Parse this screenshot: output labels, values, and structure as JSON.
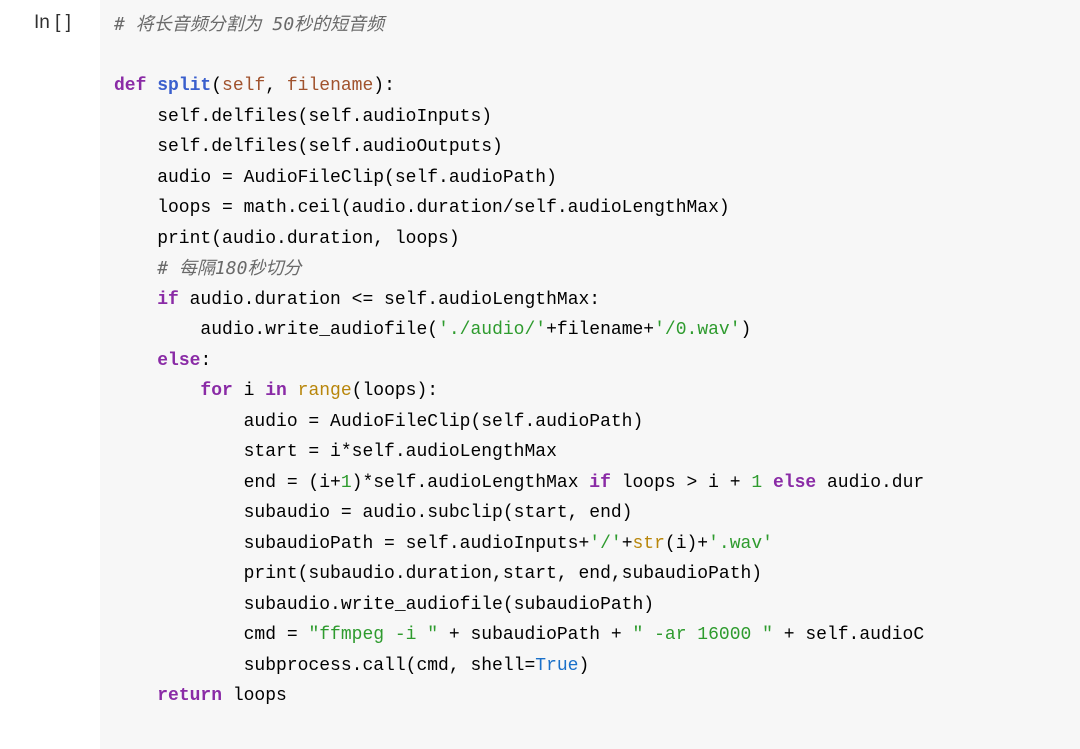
{
  "prompt": "In [ ]",
  "code_lines": [
    [
      {
        "t": "# 将长音频分割为 50秒的短音频",
        "c": "comment"
      }
    ],
    [],
    [
      {
        "t": "def",
        "c": "kw"
      },
      {
        "t": " "
      },
      {
        "t": "split",
        "c": "def"
      },
      {
        "t": "("
      },
      {
        "t": "self",
        "c": "var2"
      },
      {
        "t": ", "
      },
      {
        "t": "filename",
        "c": "var2"
      },
      {
        "t": "):"
      }
    ],
    [
      {
        "t": "    self.delfiles(self.audioInputs)"
      }
    ],
    [
      {
        "t": "    self.delfiles(self.audioOutputs)"
      }
    ],
    [
      {
        "t": "    audio = AudioFileClip(self.audioPath)"
      }
    ],
    [
      {
        "t": "    loops = math.ceil(audio.duration/self.audioLengthMax)"
      }
    ],
    [
      {
        "t": "    print(audio.duration, loops)"
      }
    ],
    [
      {
        "t": "    "
      },
      {
        "t": "# 每隔180秒切分",
        "c": "comment"
      }
    ],
    [
      {
        "t": "    "
      },
      {
        "t": "if",
        "c": "kw"
      },
      {
        "t": " audio.duration <= self.audioLengthMax:"
      }
    ],
    [
      {
        "t": "        audio.write_audiofile("
      },
      {
        "t": "'./audio/'",
        "c": "str"
      },
      {
        "t": "+filename+"
      },
      {
        "t": "'/0.wav'",
        "c": "str"
      },
      {
        "t": ")"
      }
    ],
    [
      {
        "t": "    "
      },
      {
        "t": "else",
        "c": "kw"
      },
      {
        "t": ":"
      }
    ],
    [
      {
        "t": "        "
      },
      {
        "t": "for",
        "c": "kw"
      },
      {
        "t": " i "
      },
      {
        "t": "in",
        "c": "kw"
      },
      {
        "t": " "
      },
      {
        "t": "range",
        "c": "builtin"
      },
      {
        "t": "(loops):"
      }
    ],
    [
      {
        "t": "            audio = AudioFileClip(self.audioPath)"
      }
    ],
    [
      {
        "t": "            start = i*self.audioLengthMax"
      }
    ],
    [
      {
        "t": "            end = (i+"
      },
      {
        "t": "1",
        "c": "num"
      },
      {
        "t": ")*self.audioLengthMax "
      },
      {
        "t": "if",
        "c": "kw"
      },
      {
        "t": " loops > i + "
      },
      {
        "t": "1",
        "c": "num"
      },
      {
        "t": " "
      },
      {
        "t": "else",
        "c": "kw"
      },
      {
        "t": " audio.dur"
      }
    ],
    [
      {
        "t": "            subaudio = audio.subclip(start, end)"
      }
    ],
    [
      {
        "t": "            subaudioPath = self.audioInputs+"
      },
      {
        "t": "'/'",
        "c": "str"
      },
      {
        "t": "+"
      },
      {
        "t": "str",
        "c": "builtin"
      },
      {
        "t": "(i)+"
      },
      {
        "t": "'.wav'",
        "c": "str"
      }
    ],
    [
      {
        "t": "            print(subaudio.duration,start, end,subaudioPath)"
      }
    ],
    [
      {
        "t": "            subaudio.write_audiofile(subaudioPath)"
      }
    ],
    [
      {
        "t": "            cmd = "
      },
      {
        "t": "\"ffmpeg -i \"",
        "c": "str"
      },
      {
        "t": " + subaudioPath + "
      },
      {
        "t": "\" -ar 16000 \"",
        "c": "str"
      },
      {
        "t": " + self.audioC"
      }
    ],
    [
      {
        "t": "            subprocess.call(cmd, shell="
      },
      {
        "t": "True",
        "c": "bool"
      },
      {
        "t": ")"
      }
    ],
    [
      {
        "t": "    "
      },
      {
        "t": "return",
        "c": "kw"
      },
      {
        "t": " loops"
      }
    ]
  ]
}
